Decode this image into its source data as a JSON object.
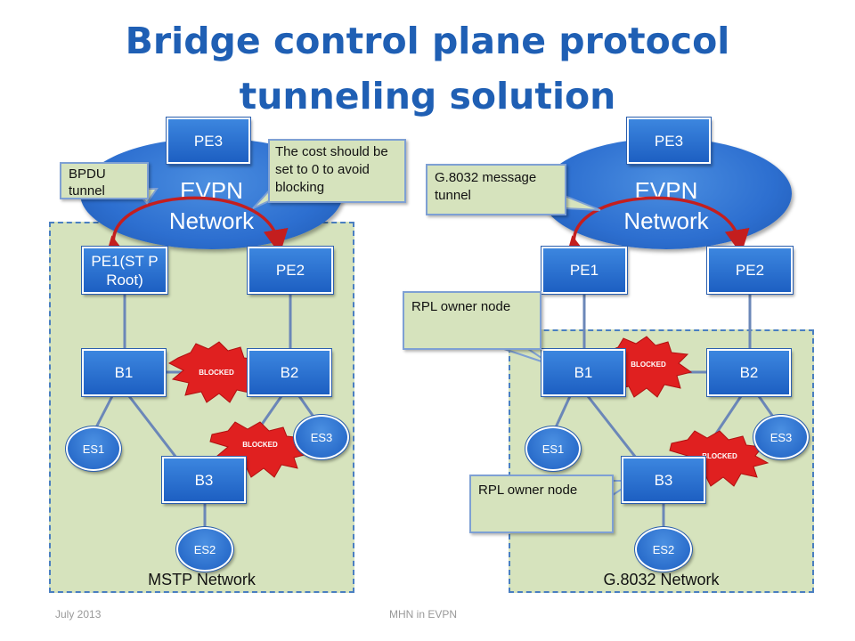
{
  "title": {
    "line1": "Bridge control plane protocol",
    "line2": "tunneling solution"
  },
  "left": {
    "region_label": "MSTP Network",
    "cloud": {
      "line1": "EVPN",
      "line2": "Network"
    },
    "pe3": "PE3",
    "pe1": "PE1(ST P Root)",
    "pe2": "PE2",
    "b1": "B1",
    "b2": "B2",
    "b3": "B3",
    "es1": "ES1",
    "es2": "ES2",
    "es3": "ES3",
    "callout_tunnel": "BPDU tunnel",
    "callout_cost": "The cost should be set to 0 to avoid blocking",
    "blocked_1": "BLOCKED",
    "blocked_2": "BLOCKED"
  },
  "right": {
    "region_label": "G.8032 Network",
    "cloud": {
      "line1": "EVPN",
      "line2": "Network"
    },
    "pe3": "PE3",
    "pe1": "PE1",
    "pe2": "PE2",
    "b1": "B1",
    "b2": "B2",
    "b3": "B3",
    "es1": "ES1",
    "es2": "ES2",
    "es3": "ES3",
    "callout_tunnel": "G.8032 message tunnel",
    "callout_rpl_1": "RPL owner node",
    "callout_rpl_2": "RPL owner node",
    "blocked_1": "BLOCKED",
    "blocked_2": "BLOCKED"
  },
  "footer": {
    "date": "July 2013",
    "center": "MHN in EVPN"
  },
  "colors": {
    "title": "#1f5fb4",
    "box": "#2d6fd0",
    "region": "#d6e3bd",
    "blocked": "#e02020",
    "tunnel": "#c41e1e"
  }
}
